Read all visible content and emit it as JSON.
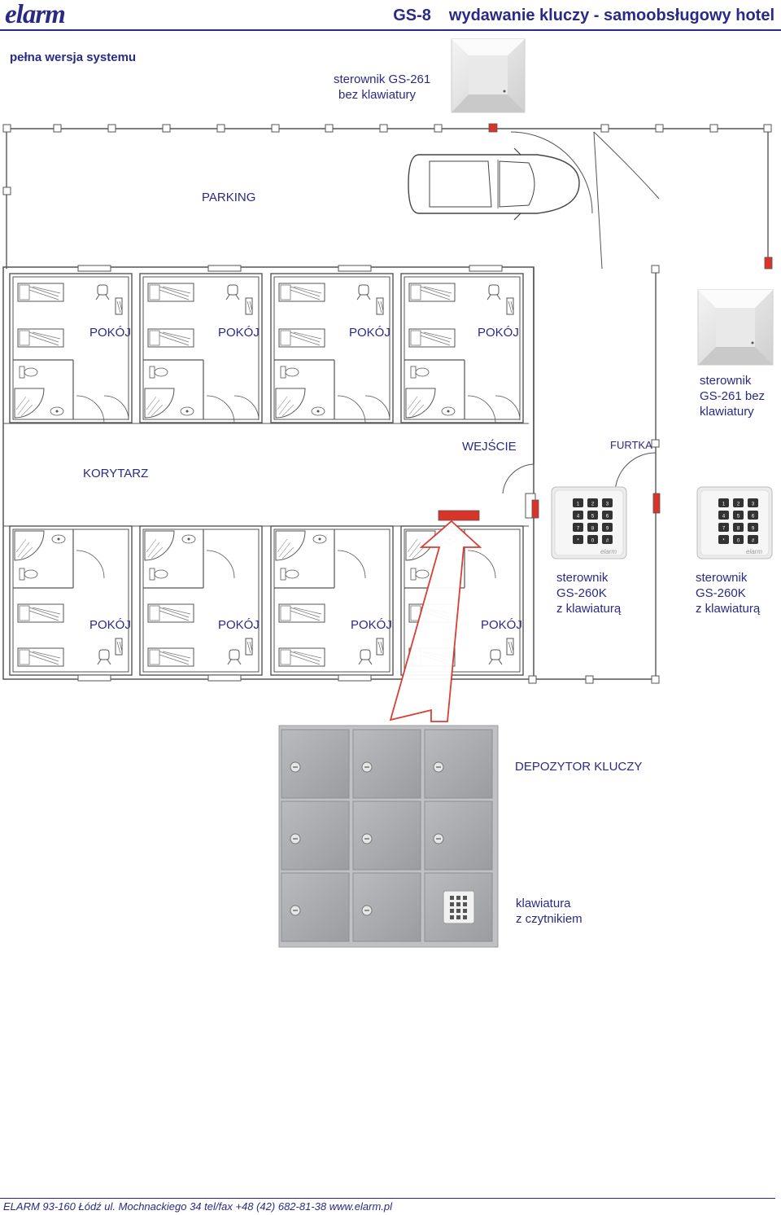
{
  "header": {
    "logo": "elarm",
    "code": "GS-8",
    "title": "wydawanie kluczy - samoobsługowy hotel"
  },
  "subtitle": "pełna wersja systemu",
  "plan": {
    "parking": "PARKING",
    "corridor": "KORYTARZ",
    "entrance": "WEJŚCIE",
    "gate": "FURTKA",
    "room": "POKÓJ",
    "room_labels": [
      "POKÓJ",
      "POKÓJ",
      "POKÓJ",
      "POKÓJ",
      "POKÓJ",
      "POKÓJ",
      "POKÓJ",
      "POKÓJ"
    ]
  },
  "devices": {
    "controller_top": {
      "line1": "sterownik GS-261",
      "line2": "bez klawiatury"
    },
    "controller_right": {
      "line1": "sterownik",
      "line2": "GS-261 bez",
      "line3": "klawiatury"
    },
    "keypad_1": {
      "line1": "sterownik",
      "line2": "GS-260K",
      "line3": "z klawiaturą"
    },
    "keypad_2": {
      "line1": "sterownik",
      "line2": "GS-260K",
      "line3": "z klawiaturą"
    },
    "keypad_brand": "elarm",
    "keypad_keys": [
      "1",
      "2",
      "3",
      "4",
      "5",
      "6",
      "7",
      "8",
      "9",
      "*",
      "0",
      "#"
    ]
  },
  "depository": {
    "title": "DEPOZYTOR KLUCZY",
    "keypad_line1": "klawiatura",
    "keypad_line2": "z czytnikiem"
  },
  "footer": "ELARM 93-160 Łódź ul. Mochnackiego 34 tel/fax  +48 (42)  682-81-38  www.elarm.pl",
  "colors": {
    "brand": "#2a2a86",
    "reader_red": "#d8342a",
    "locker_grey": "#a7a9ad",
    "wall": "#555555"
  }
}
